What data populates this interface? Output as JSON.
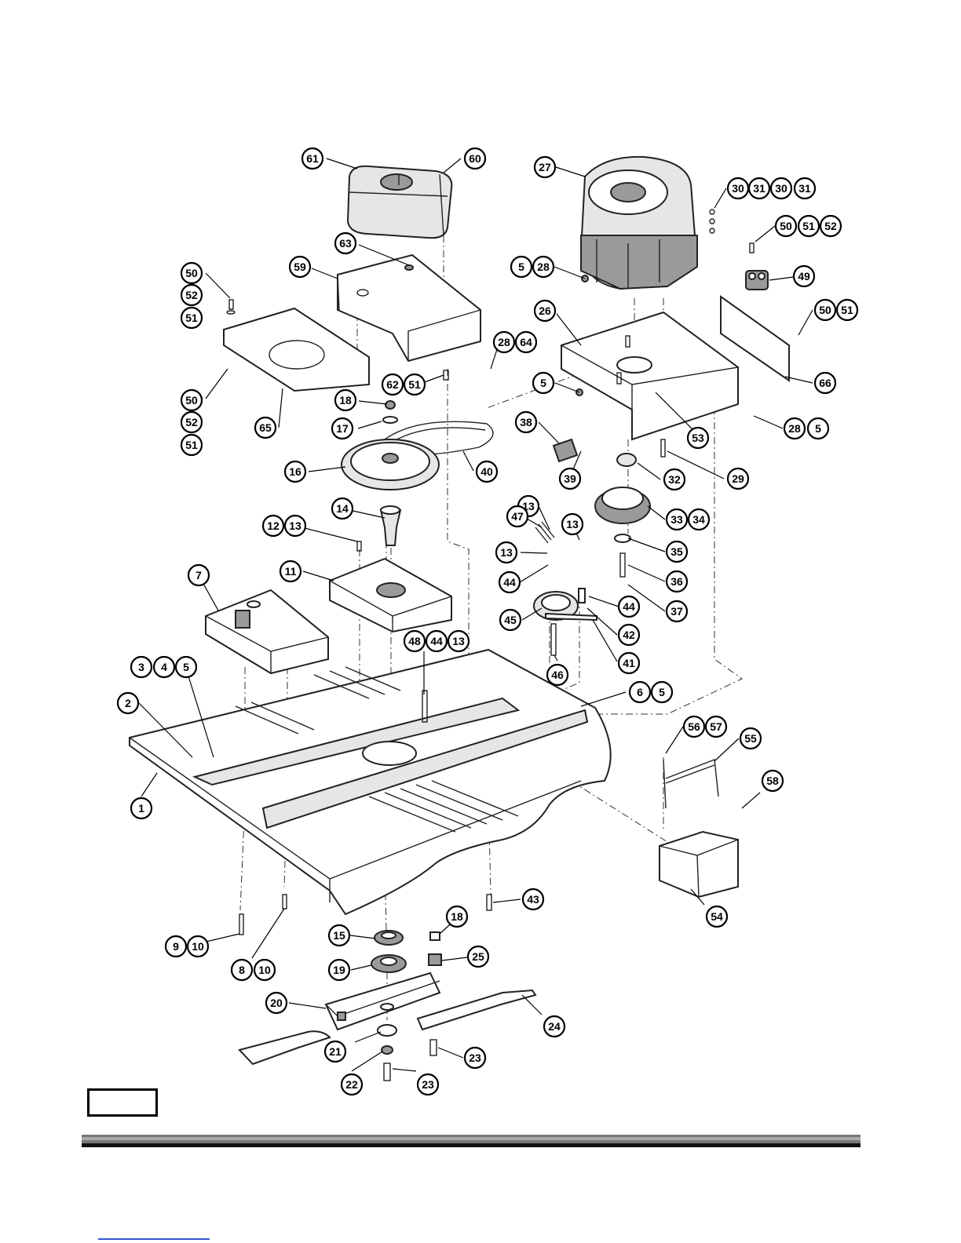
{
  "diagram": {
    "type": "exploded parts diagram",
    "callouts": [
      {
        "label": "61"
      },
      {
        "label": "60"
      },
      {
        "label": "27"
      },
      {
        "label": "30"
      },
      {
        "label": "31"
      },
      {
        "label": "30"
      },
      {
        "label": "31"
      },
      {
        "label": "50"
      },
      {
        "label": "51"
      },
      {
        "label": "52"
      },
      {
        "label": "63"
      },
      {
        "label": "59"
      },
      {
        "label": "5"
      },
      {
        "label": "28"
      },
      {
        "label": "49"
      },
      {
        "label": "50"
      },
      {
        "label": "52"
      },
      {
        "label": "51"
      },
      {
        "label": "26"
      },
      {
        "label": "50"
      },
      {
        "label": "51"
      },
      {
        "label": "28"
      },
      {
        "label": "64"
      },
      {
        "label": "5"
      },
      {
        "label": "66"
      },
      {
        "label": "62"
      },
      {
        "label": "51"
      },
      {
        "label": "50"
      },
      {
        "label": "52"
      },
      {
        "label": "51"
      },
      {
        "label": "65"
      },
      {
        "label": "18"
      },
      {
        "label": "53"
      },
      {
        "label": "28"
      },
      {
        "label": "5"
      },
      {
        "label": "17"
      },
      {
        "label": "38"
      },
      {
        "label": "16"
      },
      {
        "label": "40"
      },
      {
        "label": "39"
      },
      {
        "label": "32"
      },
      {
        "label": "29"
      },
      {
        "label": "13"
      },
      {
        "label": "14"
      },
      {
        "label": "47"
      },
      {
        "label": "13"
      },
      {
        "label": "33"
      },
      {
        "label": "34"
      },
      {
        "label": "12"
      },
      {
        "label": "13"
      },
      {
        "label": "13"
      },
      {
        "label": "35"
      },
      {
        "label": "7"
      },
      {
        "label": "11"
      },
      {
        "label": "44"
      },
      {
        "label": "36"
      },
      {
        "label": "44"
      },
      {
        "label": "37"
      },
      {
        "label": "45"
      },
      {
        "label": "42"
      },
      {
        "label": "48"
      },
      {
        "label": "44"
      },
      {
        "label": "13"
      },
      {
        "label": "41"
      },
      {
        "label": "3"
      },
      {
        "label": "4"
      },
      {
        "label": "5"
      },
      {
        "label": "46"
      },
      {
        "label": "6"
      },
      {
        "label": "5"
      },
      {
        "label": "2"
      },
      {
        "label": "56"
      },
      {
        "label": "57"
      },
      {
        "label": "55"
      },
      {
        "label": "58"
      },
      {
        "label": "1"
      },
      {
        "label": "43"
      },
      {
        "label": "54"
      },
      {
        "label": "18"
      },
      {
        "label": "15"
      },
      {
        "label": "9"
      },
      {
        "label": "10"
      },
      {
        "label": "25"
      },
      {
        "label": "8"
      },
      {
        "label": "10"
      },
      {
        "label": "19"
      },
      {
        "label": "20"
      },
      {
        "label": "24"
      },
      {
        "label": "21"
      },
      {
        "label": "23"
      },
      {
        "label": "22"
      },
      {
        "label": "23"
      }
    ]
  },
  "page_box": {
    "text": ""
  }
}
